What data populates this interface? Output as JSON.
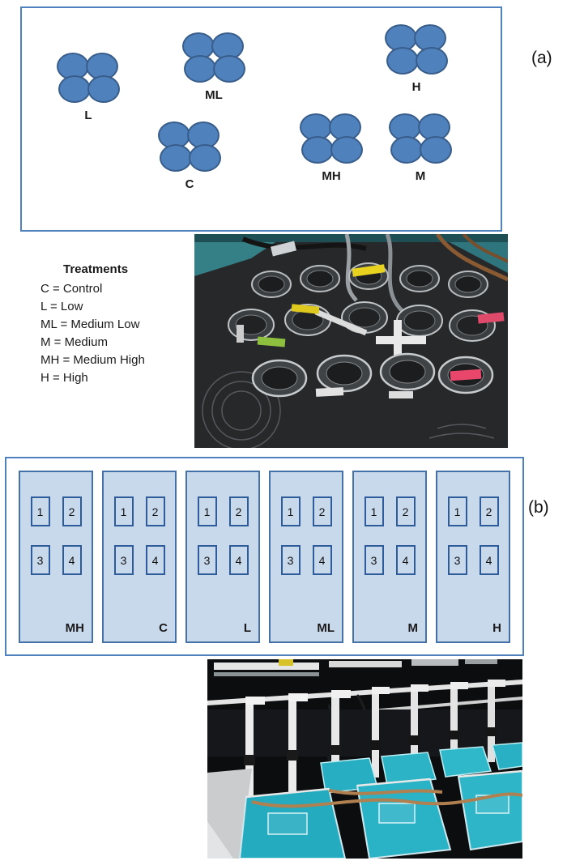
{
  "figure": {
    "panel_a_label": "(a)",
    "panel_b_label": "(b)"
  },
  "panel_a": {
    "clusters": [
      {
        "label": "L"
      },
      {
        "label": "ML"
      },
      {
        "label": "H"
      },
      {
        "label": "C"
      },
      {
        "label": "MH"
      },
      {
        "label": "M"
      }
    ]
  },
  "treatments": {
    "title": "Treatments",
    "items": [
      "C = Control",
      "L = Low",
      "ML = Medium Low",
      "M = Medium",
      "MH = Medium High",
      "H = High"
    ]
  },
  "panel_b": {
    "tanks": [
      {
        "label": "MH",
        "cells": [
          "1",
          "2",
          "3",
          "4"
        ]
      },
      {
        "label": "C",
        "cells": [
          "1",
          "2",
          "3",
          "4"
        ]
      },
      {
        "label": "L",
        "cells": [
          "1",
          "2",
          "3",
          "4"
        ]
      },
      {
        "label": "ML",
        "cells": [
          "1",
          "2",
          "3",
          "4"
        ]
      },
      {
        "label": "M",
        "cells": [
          "1",
          "2",
          "3",
          "4"
        ]
      },
      {
        "label": "H",
        "cells": [
          "1",
          "2",
          "3",
          "4"
        ]
      }
    ]
  },
  "colors": {
    "dot_fill": "#4f81bd",
    "dot_stroke": "#385d8a",
    "box_border": "#4f81bd",
    "tank_fill": "#c9d9ec",
    "cell_border": "#2e5b9a"
  }
}
